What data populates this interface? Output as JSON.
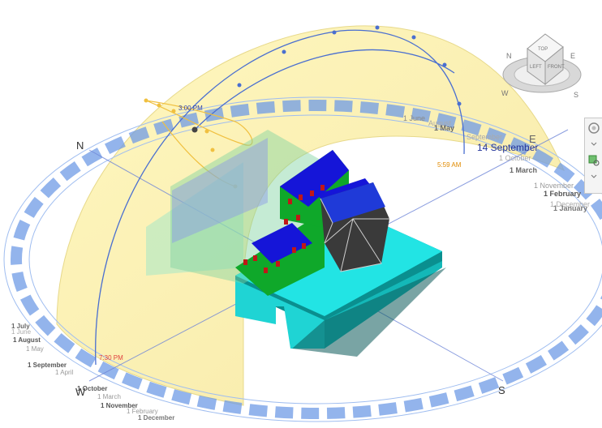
{
  "viewcube": {
    "top": "TOP",
    "left": "LEFT",
    "front": "FRONT",
    "compass": {
      "n": "N",
      "e": "E",
      "s": "S",
      "w": "W"
    }
  },
  "compass": {
    "n": "N",
    "w": "W",
    "s": "S",
    "e": "E"
  },
  "time_labels": {
    "afternoon": "3:00 PM",
    "sunrise": "5:59 AM",
    "sunset": "7:30 PM"
  },
  "current_date": "14 September",
  "east_months": {
    "june": "1 June",
    "august": "August",
    "may": "1 May",
    "september": "September",
    "october": "1 October",
    "march": "1 March",
    "november": "1 November",
    "february": "1 February",
    "december": "1 December",
    "january": "1 January"
  },
  "west_months": {
    "july": "1 July",
    "june": "1 June",
    "august": "1 August",
    "may": "1 May",
    "september": "1 September",
    "april": "1 April",
    "october": "1 October",
    "march": "1 March",
    "november": "1 November",
    "february": "1 February",
    "december": "1 December"
  },
  "colors": {
    "dome": "#fff3a8",
    "sun_path": "#4a6fd0",
    "compass_ring": "#6f9be6",
    "base": "#22e4e4",
    "roof": "#1515d8",
    "wall": "#0fa82a",
    "sunrise": "#e08a00",
    "sunset": "#e04040"
  },
  "icons": [
    "viewcube-icon",
    "zoom-icon",
    "navigation-wheel-icon"
  ]
}
